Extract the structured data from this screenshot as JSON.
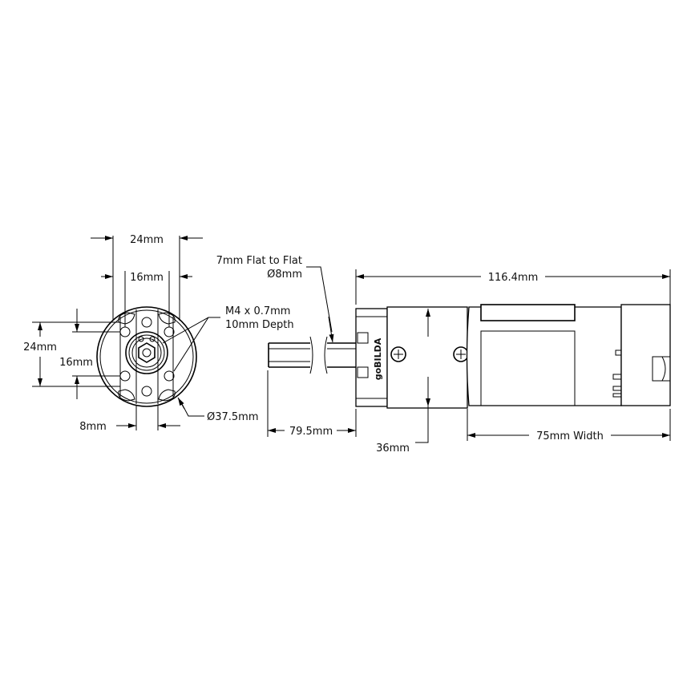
{
  "front_view": {
    "dim_width_outer": "24mm",
    "dim_width_inner": "16mm",
    "dim_height_outer": "24mm",
    "dim_height_inner": "16mm",
    "dim_slot": "8mm",
    "dim_diameter": "Ø37.5mm",
    "thread_note_line1": "M4 x 0.7mm",
    "thread_note_line2": "10mm Depth"
  },
  "side_view": {
    "shaft_note_line1": "7mm Flat to Flat",
    "shaft_note_line2": "Ø8mm",
    "dim_overall_length": "116.4mm",
    "dim_shaft_length": "79.5mm",
    "dim_body_height": "36mm",
    "dim_motor_width": "75mm Width",
    "logo_text": "goBILDA"
  },
  "colors": {
    "line": "#000000",
    "background": "#ffffff"
  }
}
